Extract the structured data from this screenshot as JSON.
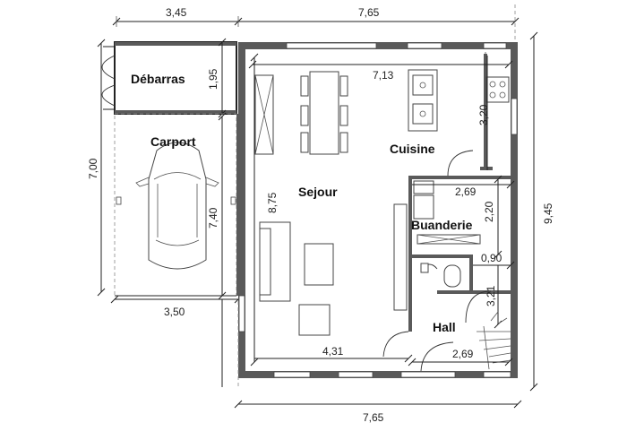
{
  "rooms": {
    "debarras": "Débarras",
    "carport": "Carport",
    "sejour": "Sejour",
    "cuisine": "Cuisine",
    "buanderie": "Buanderie",
    "hall": "Hall"
  },
  "dimensions": {
    "top_left_width": "3,45",
    "top_right_width": "7,65",
    "bottom_width": "7,65",
    "carport_width": "3,50",
    "left_height": "7,00",
    "right_height": "9,45",
    "debarras_height": "1,95",
    "carport_height": "7,40",
    "sejour_height": "8,75",
    "sejour_top_width": "7,13",
    "sejour_bottom_width": "4,31",
    "cuisine_height": "3,20",
    "buanderie_width": "2,69",
    "buanderie_height": "2,20",
    "wc_width": "0,90",
    "wc_height": "3,21",
    "hall_width": "2,69"
  }
}
